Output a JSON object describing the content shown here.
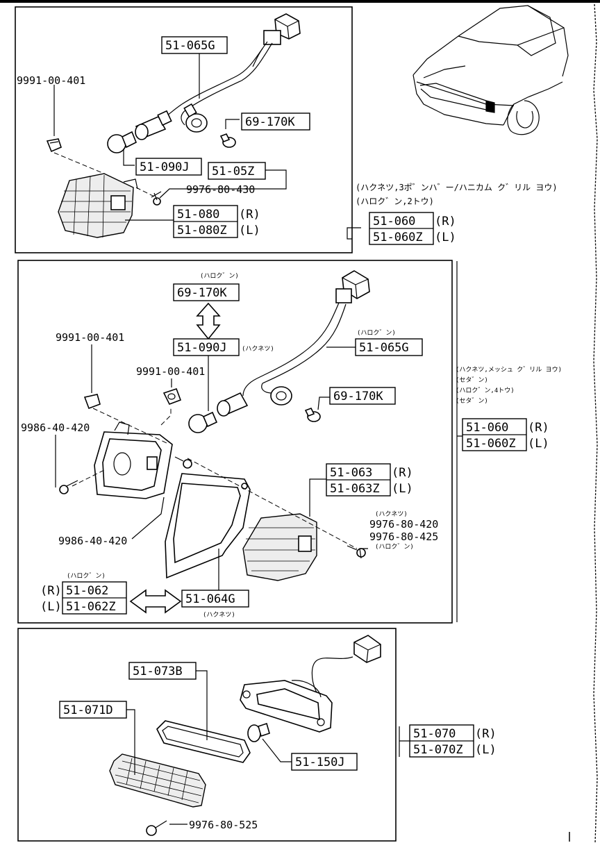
{
  "diagram": {
    "section1": {
      "harness_part": "51-065G",
      "clip_part": "9991-00-401",
      "bulb_small_part": "69-170K",
      "bulb_part": "51-090J",
      "gasket_part": "51-05Z",
      "screw_part": "9976-80-430",
      "lamp_part_r": "51-080",
      "lamp_part_l": "51-080Z",
      "lamp_r": "(R)",
      "lamp_l": "(L)",
      "note_line1": "(ハクネツ,3ポ゛ンハ゛ー/ハニカム ク゛リル ヨウ)",
      "note_line2": "(ハロク゛ン,2トウ)",
      "assy_part_r": "51-060",
      "assy_part_l": "51-060Z",
      "assy_r": "(R)",
      "assy_l": "(L)"
    },
    "section2": {
      "halogen_note_top": "(ハロク゛ン)",
      "bulb_halogen_part": "69-170K",
      "bulb_part": "51-090J",
      "incandescent_note": "(ハクネツ)",
      "harness_note": "(ハロク゛ン)",
      "harness_part": "51-065G",
      "clip_part_left": "9991-00-401",
      "clip_part_mid": "9991-00-401",
      "bulb_small_part": "69-170K",
      "note_line1": "(ハクネツ,メッシュ ク゛リル ヨウ)",
      "note_line2": "(セタ゛ン)",
      "note_line3": "(ハロク゛ン,4トウ)",
      "note_line4": "(セタ゛ン)",
      "assy_part_r": "51-060",
      "assy_part_l": "51-060Z",
      "assy_r": "(R)",
      "assy_l": "(L)",
      "screw_left_part": "9986-40-420",
      "lens_part_r": "51-063",
      "lens_part_l": "51-063Z",
      "lens_r": "(R)",
      "lens_l": "(L)",
      "screw_note_inc": "(ハクネツ)",
      "screw_inc_part": "9976-80-420",
      "screw_hal_part": "9976-80-425",
      "screw_note_hal": "(ハロク゛ン)",
      "screw_mid_part": "9986-40-420",
      "bezel_note_hal": "(ハロク゛ン)",
      "bezel_r": "(R)",
      "bezel_l": "(L)",
      "bezel_part_r": "51-062",
      "bezel_part_l": "51-062Z",
      "bezel_inc_part": "51-064G",
      "bezel_inc_note": "(ハクネツ)"
    },
    "section3": {
      "gasket_part": "51-073B",
      "lens_part": "51-071D",
      "bulb_part": "51-150J",
      "screw_part": "9976-80-525",
      "assy_part_r": "51-070",
      "assy_part_l": "51-070Z",
      "assy_r": "(R)",
      "assy_l": "(L)"
    }
  }
}
